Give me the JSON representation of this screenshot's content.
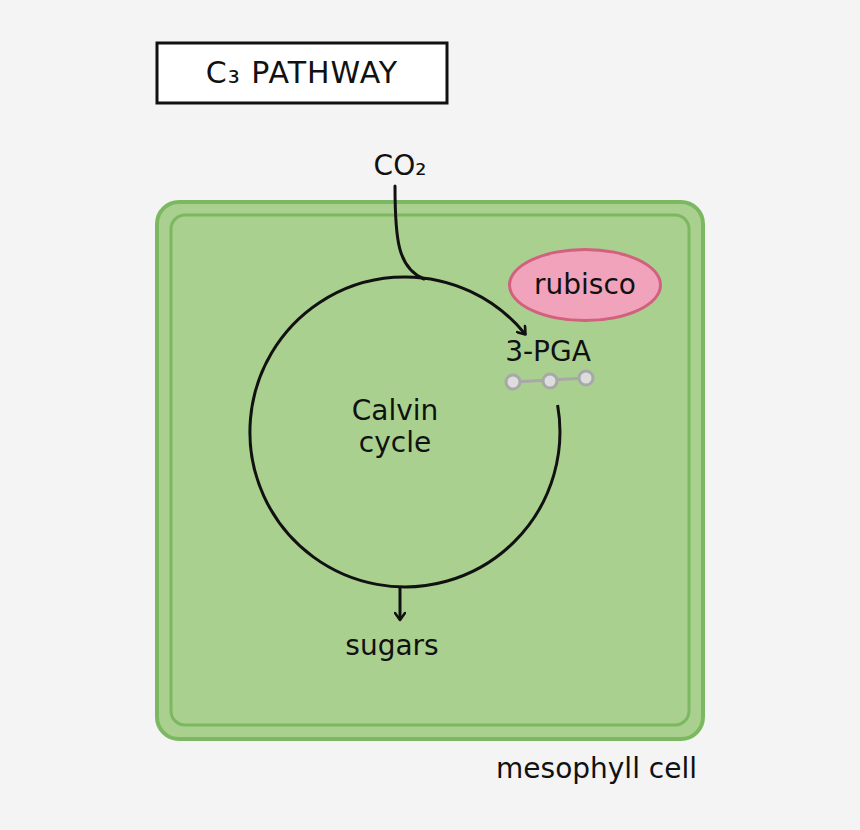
{
  "diagram": {
    "title": "C₃ PATHWAY",
    "nodes": [
      {
        "text": [
          "mesophyll cell"
        ]
      },
      {
        "text": [
          "Calvin cycle"
        ],
        "in": 0
      },
      {
        "text": [
          "rubisco"
        ],
        "in": 0
      }
    ],
    "labels": [
      "CO₂",
      "3-PGA",
      "sugars"
    ]
  }
}
